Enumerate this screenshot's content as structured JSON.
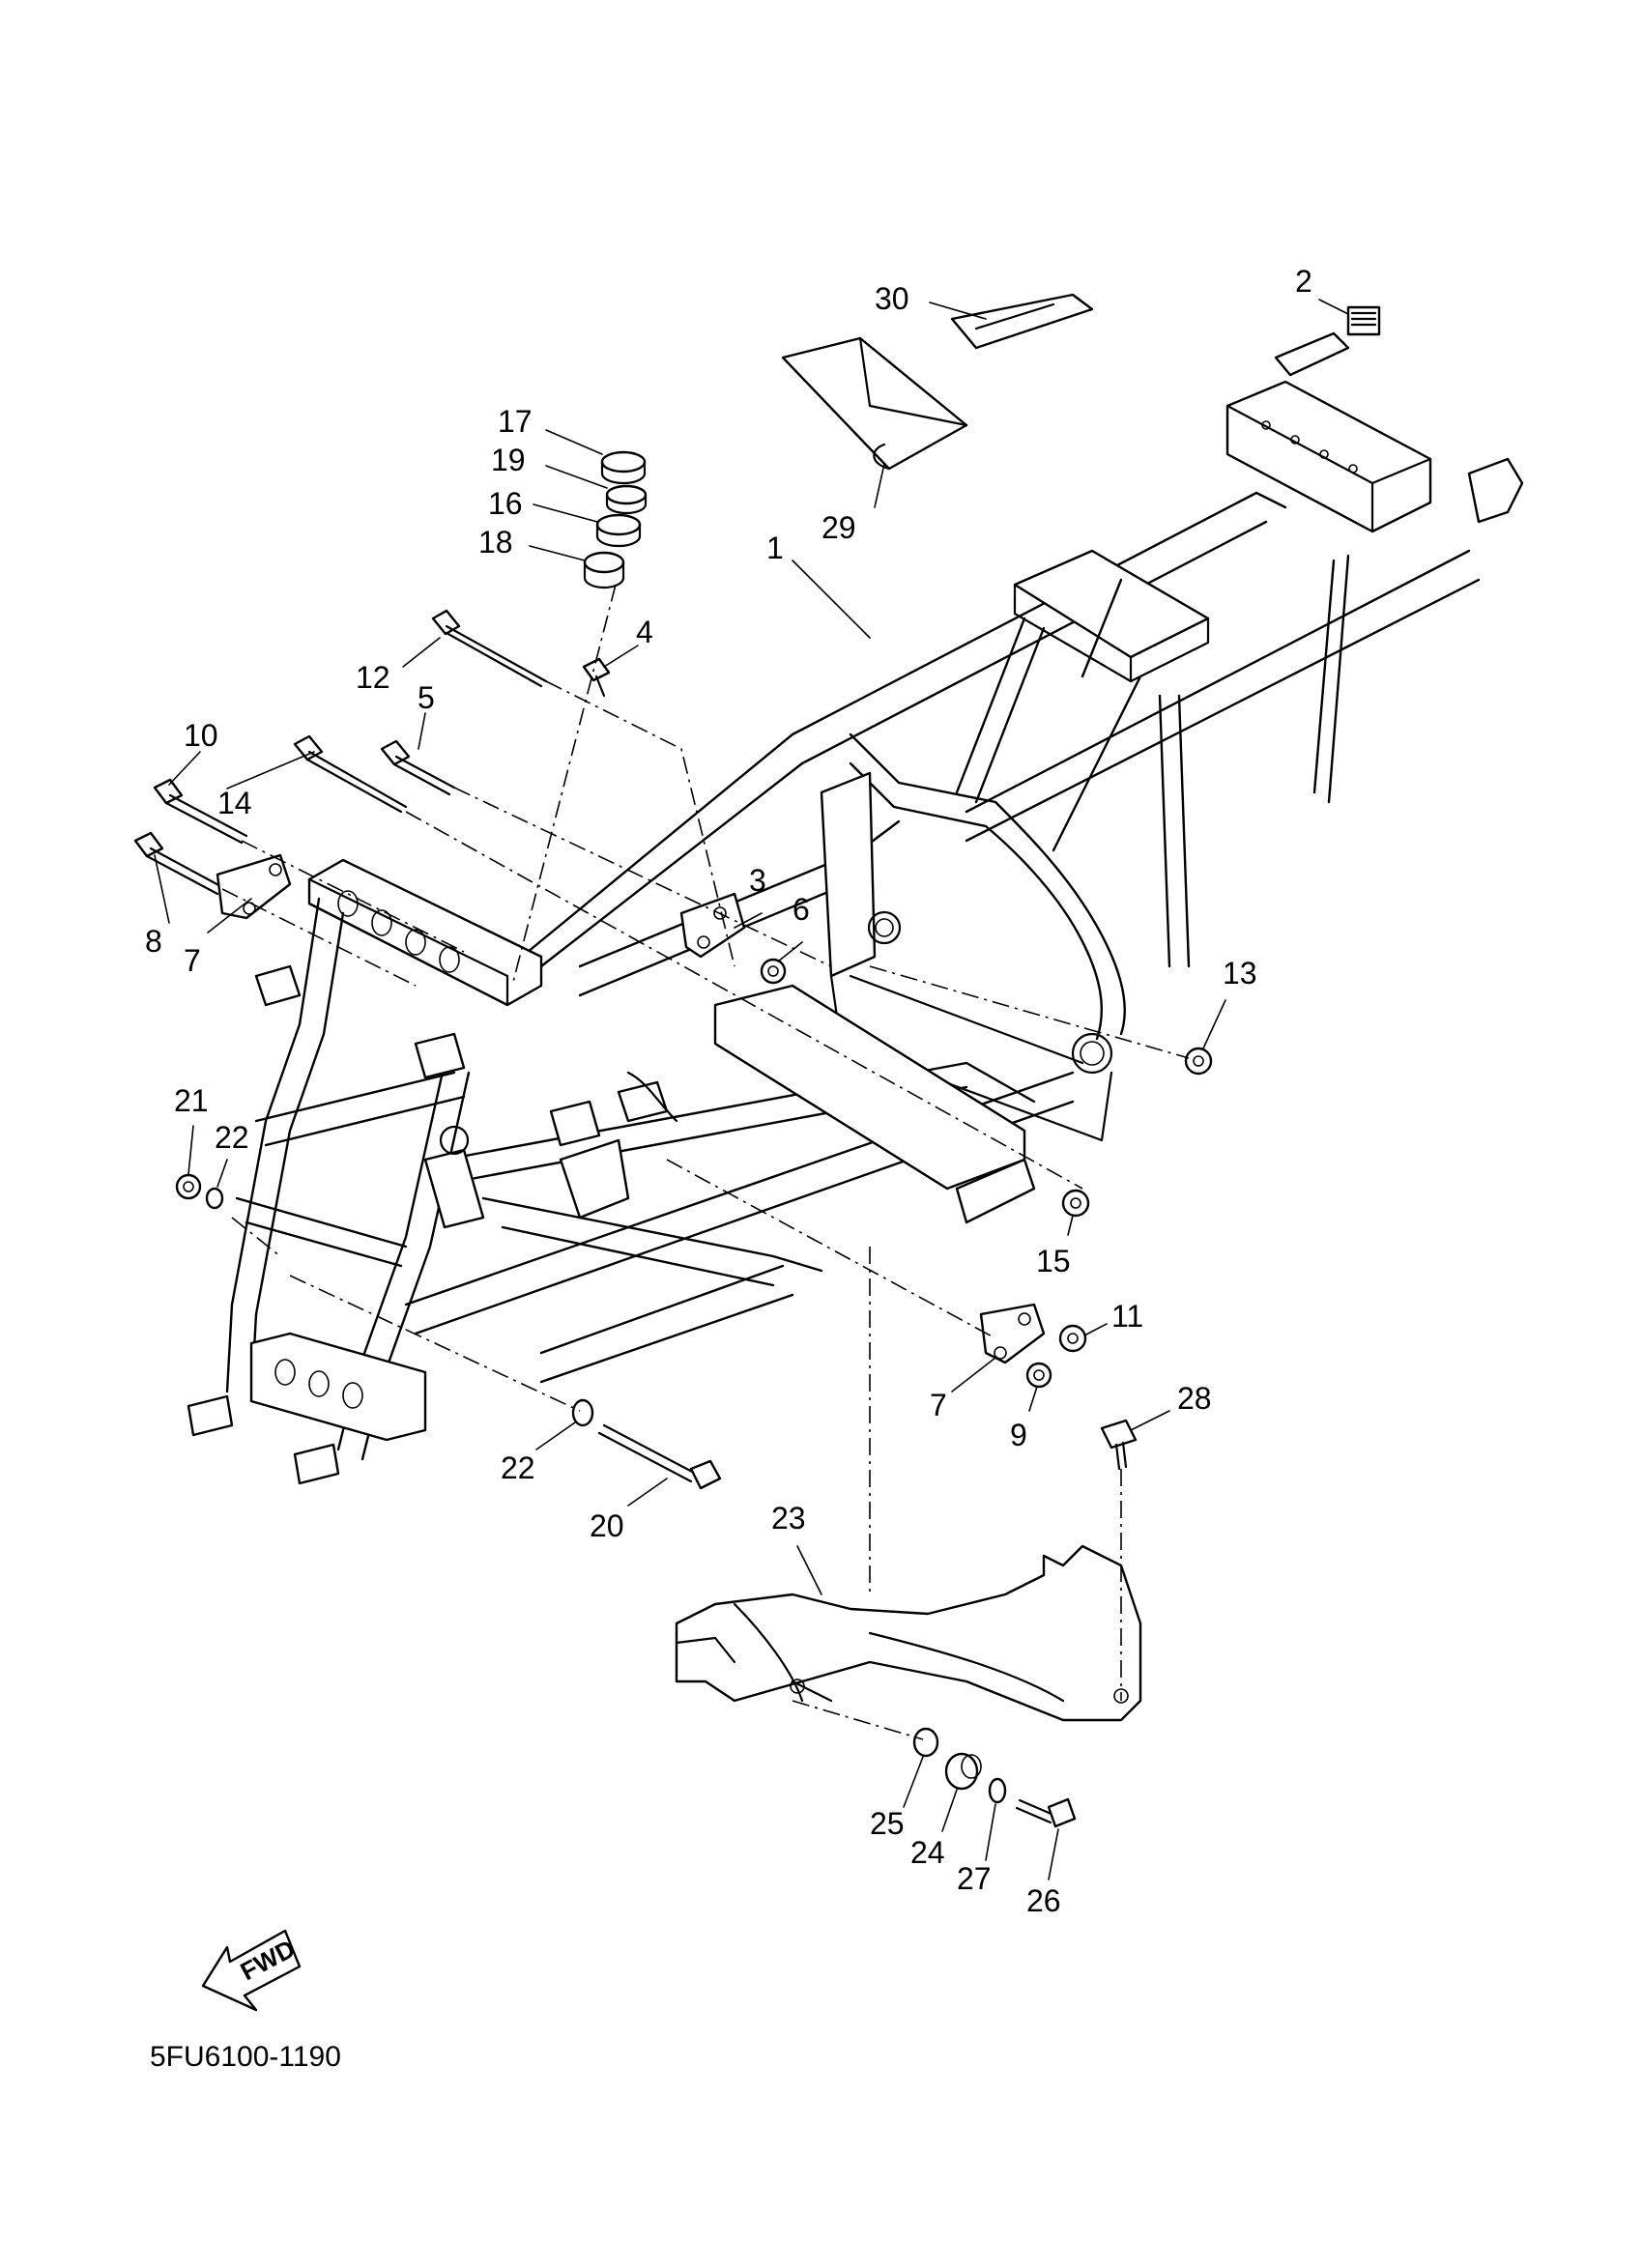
{
  "diagram_code": "5FU6100-1190",
  "direction_label": "FWD",
  "callouts": [
    {
      "id": "c1",
      "label": "1"
    },
    {
      "id": "c2",
      "label": "2"
    },
    {
      "id": "c3",
      "label": "3"
    },
    {
      "id": "c4",
      "label": "4"
    },
    {
      "id": "c5",
      "label": "5"
    },
    {
      "id": "c6",
      "label": "6"
    },
    {
      "id": "c7a",
      "label": "7"
    },
    {
      "id": "c7b",
      "label": "7"
    },
    {
      "id": "c8",
      "label": "8"
    },
    {
      "id": "c9",
      "label": "9"
    },
    {
      "id": "c10",
      "label": "10"
    },
    {
      "id": "c11",
      "label": "11"
    },
    {
      "id": "c12",
      "label": "12"
    },
    {
      "id": "c13",
      "label": "13"
    },
    {
      "id": "c14",
      "label": "14"
    },
    {
      "id": "c15",
      "label": "15"
    },
    {
      "id": "c16",
      "label": "16"
    },
    {
      "id": "c17",
      "label": "17"
    },
    {
      "id": "c18",
      "label": "18"
    },
    {
      "id": "c19",
      "label": "19"
    },
    {
      "id": "c20",
      "label": "20"
    },
    {
      "id": "c21",
      "label": "21"
    },
    {
      "id": "c22a",
      "label": "22"
    },
    {
      "id": "c22b",
      "label": "22"
    },
    {
      "id": "c23",
      "label": "23"
    },
    {
      "id": "c24",
      "label": "24"
    },
    {
      "id": "c25",
      "label": "25"
    },
    {
      "id": "c26",
      "label": "26"
    },
    {
      "id": "c27",
      "label": "27"
    },
    {
      "id": "c28",
      "label": "28"
    },
    {
      "id": "c29",
      "label": "29"
    },
    {
      "id": "c30",
      "label": "30"
    }
  ]
}
